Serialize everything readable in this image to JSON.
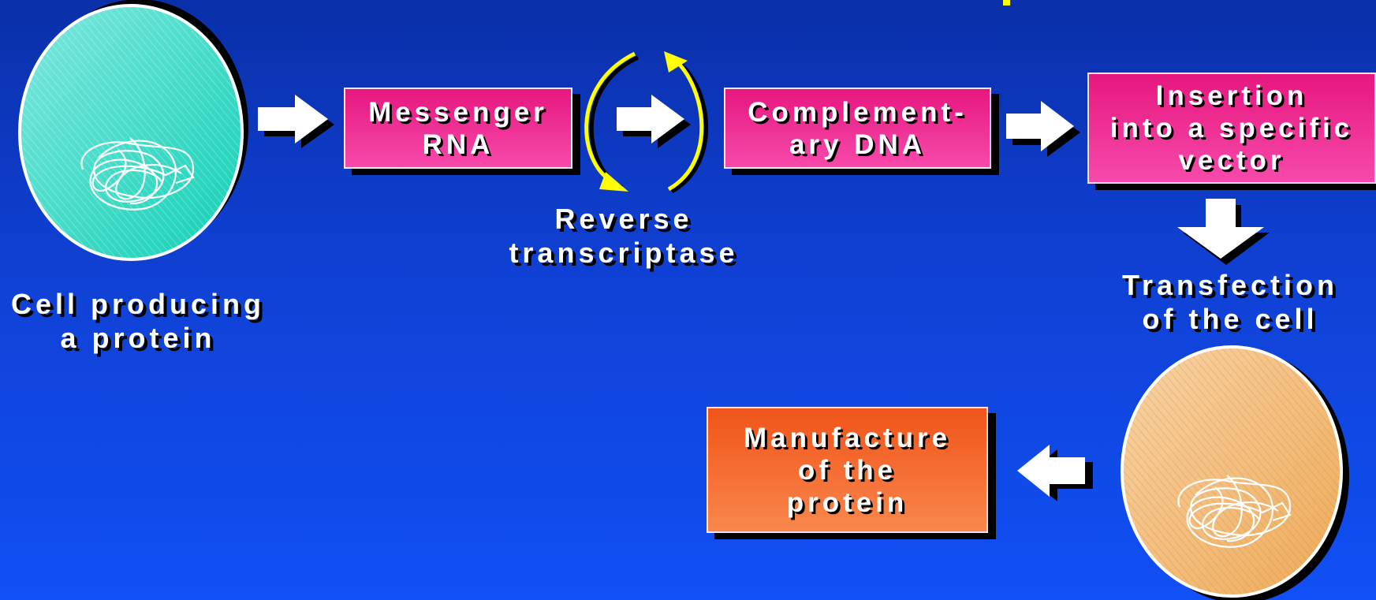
{
  "diagram": {
    "nodes": {
      "cell_source": "Cell producing\na protein",
      "mrna": "Messenger\nRNA",
      "enzyme": "Reverse\ntranscriptase",
      "cdna": "Complement-\nary DNA",
      "vector": "Insertion\ninto a specific\nvector",
      "transfection": "Transfection\nof the cell",
      "manufacture": "Manufacture\nof the\nprotein"
    },
    "colors": {
      "background": "#1048e6",
      "box_pink": "#f03596",
      "box_orange": "#f26b2f",
      "cell_source": "#30d6c2",
      "cell_host": "#f3c27e",
      "enzyme_arrows": "#ffff00",
      "arrow": "#ffffff"
    },
    "icons": [
      "right-arrow-icon",
      "down-arrow-icon",
      "left-arrow-icon",
      "circular-arrows-icon",
      "dna-tangle-icon"
    ]
  }
}
